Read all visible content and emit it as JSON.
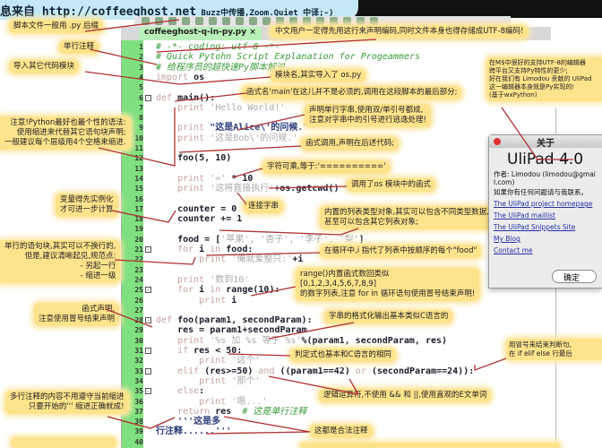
{
  "banner": {
    "prefix": "息来自 ",
    "url": "http://coffeeghost.net",
    "suffix": " Buzz中传播,Zoom.Quiet 中译;-)"
  },
  "editor": {
    "tab_label": "coffeeghost-q-in-py.py ×",
    "lines": [
      {
        "n": "1",
        "seg": [
          [
            "cmt",
            "# -*- coding: utf-8 -*-"
          ]
        ]
      },
      {
        "n": "2",
        "seg": [
          [
            "cmt",
            "# Quick Pytohn Script Explanation for Progeammers"
          ]
        ]
      },
      {
        "n": "3",
        "seg": [
          [
            "cmt",
            "# 给程序员的超快速Py脚本解说"
          ]
        ]
      },
      {
        "n": "4",
        "seg": [
          [
            "kw",
            "import"
          ],
          [
            "id",
            " os"
          ]
        ]
      },
      {
        "n": "5",
        "seg": []
      },
      {
        "n": "6",
        "fold": "-",
        "seg": [
          [
            "kw",
            "def"
          ],
          [
            "id",
            " main():"
          ]
        ]
      },
      {
        "n": "7",
        "seg": [
          [
            "kw",
            "    print"
          ],
          [
            "str",
            " 'Hello World!'"
          ]
        ]
      },
      {
        "n": "8",
        "seg": []
      },
      {
        "n": "9",
        "seg": [
          [
            "kw",
            "    print"
          ],
          [
            "dstr",
            " \"这是Alice\\'的问候.\""
          ]
        ]
      },
      {
        "n": "10",
        "seg": [
          [
            "kw",
            "    print"
          ],
          [
            "str",
            " '这是Bob\\'的问候.'"
          ]
        ]
      },
      {
        "n": "11",
        "seg": []
      },
      {
        "n": "12",
        "seg": [
          [
            "id",
            "    foo(5, 10)"
          ]
        ]
      },
      {
        "n": "13",
        "seg": []
      },
      {
        "n": "14",
        "seg": [
          [
            "kw",
            "    print"
          ],
          [
            "str",
            " '='"
          ],
          [
            "id",
            " * 10"
          ]
        ]
      },
      {
        "n": "15",
        "seg": [
          [
            "kw",
            "    print"
          ],
          [
            "str",
            " '这将直接执行'"
          ],
          [
            "id",
            "+os.getcwd()"
          ]
        ]
      },
      {
        "n": "16",
        "seg": []
      },
      {
        "n": "17",
        "seg": [
          [
            "id",
            "    counter = 0"
          ]
        ]
      },
      {
        "n": "18",
        "seg": [
          [
            "id",
            "    counter += 1"
          ]
        ]
      },
      {
        "n": "19",
        "seg": []
      },
      {
        "n": "20",
        "seg": [
          [
            "id",
            "    food = ["
          ],
          [
            "str",
            "'苹果', '杏子', '李子', '梨'"
          ],
          [
            "id",
            "]"
          ]
        ]
      },
      {
        "n": "21",
        "fold": "-",
        "seg": [
          [
            "kw",
            "    for"
          ],
          [
            "id",
            " i "
          ],
          [
            "kw",
            "in"
          ],
          [
            "id",
            " food:"
          ]
        ]
      },
      {
        "n": "22",
        "seg": [
          [
            "kw",
            "        print"
          ],
          [
            "str",
            " '俺就爱整只:'"
          ],
          [
            "id",
            "+i"
          ]
        ]
      },
      {
        "n": "23",
        "seg": []
      },
      {
        "n": "24",
        "seg": [
          [
            "kw",
            "    print"
          ],
          [
            "str",
            " '数到10'"
          ]
        ]
      },
      {
        "n": "25",
        "fold": "-",
        "seg": [
          [
            "kw",
            "    for"
          ],
          [
            "id",
            " i "
          ],
          [
            "kw",
            "in"
          ],
          [
            "id",
            " range(10):"
          ]
        ]
      },
      {
        "n": "26",
        "seg": [
          [
            "kw",
            "        print"
          ],
          [
            "id",
            " i"
          ]
        ]
      },
      {
        "n": "27",
        "seg": []
      },
      {
        "n": "28",
        "fold": "-",
        "seg": [
          [
            "kw",
            "def"
          ],
          [
            "id",
            " foo(param1, secondParam):"
          ]
        ]
      },
      {
        "n": "29",
        "seg": [
          [
            "id",
            "    res = param1+secondParam"
          ]
        ]
      },
      {
        "n": "30",
        "seg": [
          [
            "kw",
            "    print"
          ],
          [
            "str",
            " '%s 加 %s 等于 %s'"
          ],
          [
            "id",
            "%(param1, secondParam, res)"
          ]
        ]
      },
      {
        "n": "31",
        "fold": "-",
        "seg": [
          [
            "kw",
            "    if"
          ],
          [
            "id",
            " res < 50:"
          ]
        ]
      },
      {
        "n": "32",
        "seg": [
          [
            "kw",
            "        print"
          ],
          [
            "str",
            " '这个'"
          ]
        ]
      },
      {
        "n": "33",
        "fold": "-",
        "seg": [
          [
            "kw",
            "    elif"
          ],
          [
            "id",
            " (res>=50) "
          ],
          [
            "kw",
            "and"
          ],
          [
            "id",
            " ((param1==42) "
          ],
          [
            "kw",
            "or"
          ],
          [
            "id",
            " (secondParam==24)):"
          ]
        ]
      },
      {
        "n": "34",
        "seg": [
          [
            "kw",
            "        print"
          ],
          [
            "str",
            " '那个'"
          ]
        ]
      },
      {
        "n": "35",
        "fold": "-",
        "seg": [
          [
            "kw",
            "    else"
          ],
          [
            "id",
            ":"
          ]
        ]
      },
      {
        "n": "36",
        "seg": [
          [
            "kw",
            "        print"
          ],
          [
            "str",
            " '嗯...'"
          ]
        ]
      },
      {
        "n": "37",
        "seg": [
          [
            "kw",
            "    return"
          ],
          [
            "id",
            " res  "
          ],
          [
            "cmt",
            "# 这是单行注释"
          ]
        ]
      },
      {
        "n": "38",
        "seg": [
          [
            "dstr",
            "    '''这是多"
          ]
        ]
      },
      {
        "n": "39",
        "seg": [
          [
            "dstr",
            "行注释......'''"
          ]
        ]
      },
      {
        "n": "40",
        "seg": []
      }
    ]
  },
  "notes": {
    "suffix": "脚本文件一般用 .py 后缀",
    "single_comment": "单行注释",
    "import": "导入其它代码模块",
    "encoding": "中文用户一定得先用这行来声明编码,同时文件本身也得存储成UTF-8编码!",
    "module": "模块名,其实导入了 os.py",
    "ulipad": "在M$中很好的支持UTF-8的编辑器\n跨平台又支持Py特性的更少;\n好在我们有 Limodou 贡献的 UliPad\n这一编辑器本身就是Py实现的!\n(基于wxPython)",
    "main": "函式名'main'在这儿并不是必须的,调用在这段脚本的最后部分;",
    "string": "声明单行字串,使用双/单引号都成,\n注意对字串中的引号进行逃逸处理!",
    "indent": "注意!Python最好也最个性的语法:\n使用缩进来代替其它语句块声明;\n一般建议每个层级用4个空格来缩进.",
    "call": "函式调用,声明在后述代码;",
    "multiply": "字符可乘,等于:'=========='",
    "os_call": "调用了os 模块中的函式",
    "concat": "连接字串",
    "variable": "变量得先实例化\n才可进一步计算",
    "list": "内置的列表类型对象,其实可以包含不同类型数据,\n甚至可以包含其它列表对象;",
    "loop": "在循环中,i 指代了列表中按顺序的每个\"food\"",
    "block": "单行的语句块,其实可以不换行的,\n但是,建议清晰起见,规范点:\n- 另起一行\n- 缩进一级",
    "range": "range()内置函式数回类似\n[0,1,2,3,4,5,6,7,8,9]\n的数字列表,注意 for in 循环语句使用冒号结束声明!",
    "funcdef": "函式声明,\n注意使用冒号结束声明",
    "format": "字串的格式化输出基本类似C语言的",
    "compare": "判定式也基本和C语言的相同",
    "colon": "用冒号来结束判断句,\n在 if elif else 行最后",
    "logic": "逻辑运算符,不使用 && 和 ||,使用直观的E文单词",
    "multiline": "多行注释的内容不用遵守当前缩进\n只要开始的''' 缩进正确就成!",
    "legal": "这都是合法注释"
  },
  "dialog": {
    "title": "关于",
    "app": "UliPad 4.0",
    "author": "作者: Limodou (limodou@gmail.com)",
    "contact": "如果你有任何问题请与我联系。",
    "links": [
      "The UliPad project homepage",
      "The UliPad maillist",
      "The UliPad Snippets Site",
      "My Blog",
      "Contact me"
    ],
    "ok": "确定"
  },
  "colors": {
    "note": "#fde38c",
    "gutter": "#7fe07f",
    "leader": "#b03030",
    "banner": "#c4e8f6"
  }
}
